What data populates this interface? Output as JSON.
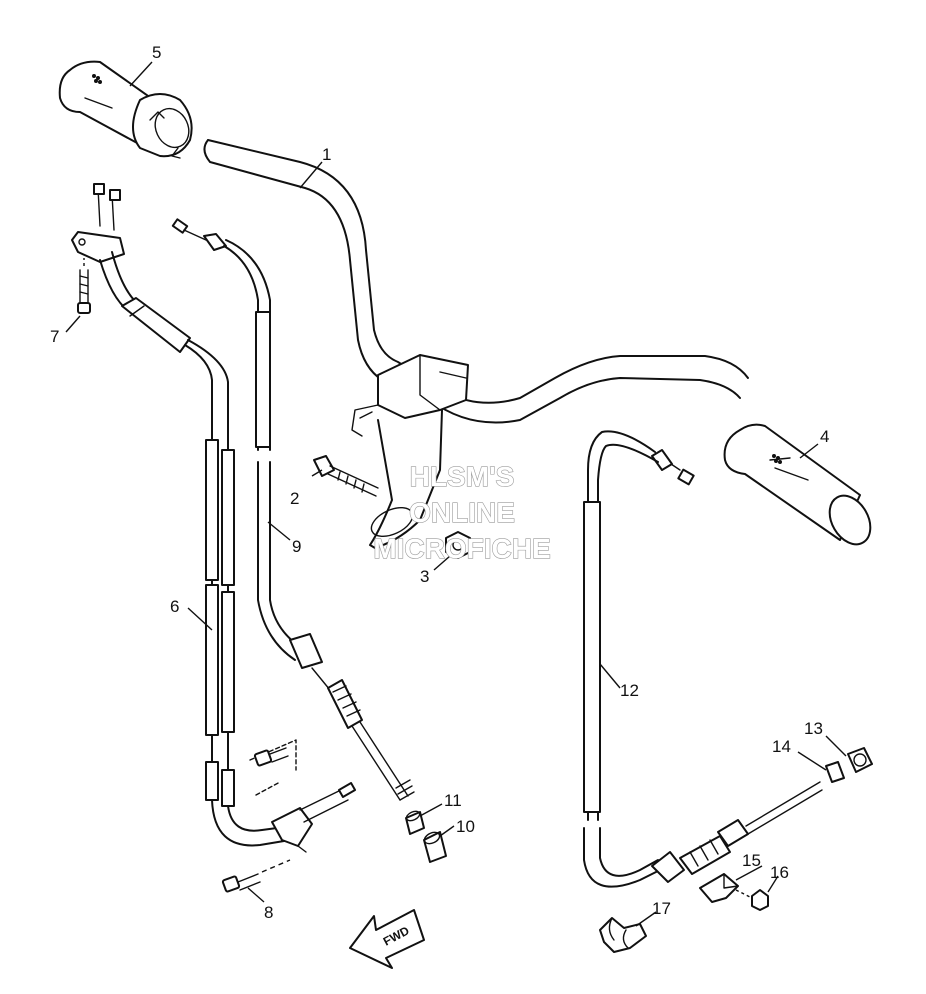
{
  "callouts": [
    "1",
    "2",
    "3",
    "4",
    "5",
    "6",
    "7",
    "8",
    "9",
    "10",
    "11",
    "12",
    "13",
    "14",
    "15",
    "16",
    "17"
  ],
  "watermark": {
    "line1": "HLSM'S",
    "line2": "ONLINE",
    "line3": "MICROFICHE"
  },
  "direction_label": "FWD",
  "colors": {
    "ink": "#111111",
    "watermark_outline": "#9a9a9a",
    "background": "#ffffff"
  }
}
